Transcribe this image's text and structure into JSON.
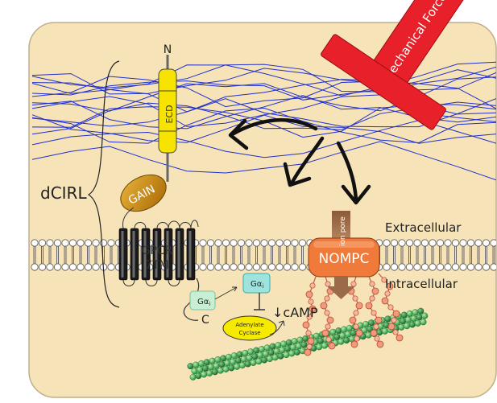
{
  "labels": {
    "n_terminus": "N",
    "c_terminus": "C",
    "ecd": "ECD",
    "gain": "GAIN",
    "gpcr_line1": "GPCR",
    "gpcr_line2": "7TM",
    "dcirl": "dCIRL",
    "galpha_base": "Gα",
    "galpha_sub": "i",
    "adenylate_line1": "Adenylate",
    "adenylate_line2": "Cyclase",
    "camp": "↓cAMP",
    "extracellular": "Extracellular",
    "intracellular": "Intracellular",
    "nompc": "NOMPC",
    "ion_pore": "ion pore",
    "mechanical_force": "Mechanical Force"
  },
  "colors": {
    "cell": "#f7e3b8",
    "cell_border": "#bfae8c",
    "fibers": "#1f2fd0",
    "ecd": "#f6e400",
    "gain": "#c98a0a",
    "gpcr": "#1a1a1a",
    "membrane_head": "#ffffff",
    "galpha": "#9fe3df",
    "adenylate": "#f6ea00",
    "nompc": "#f07a3a",
    "pore": "#9b6a48",
    "force": "#e8202a",
    "microtubule": "#2fb04a",
    "ankyrin": "#f07a5a"
  }
}
